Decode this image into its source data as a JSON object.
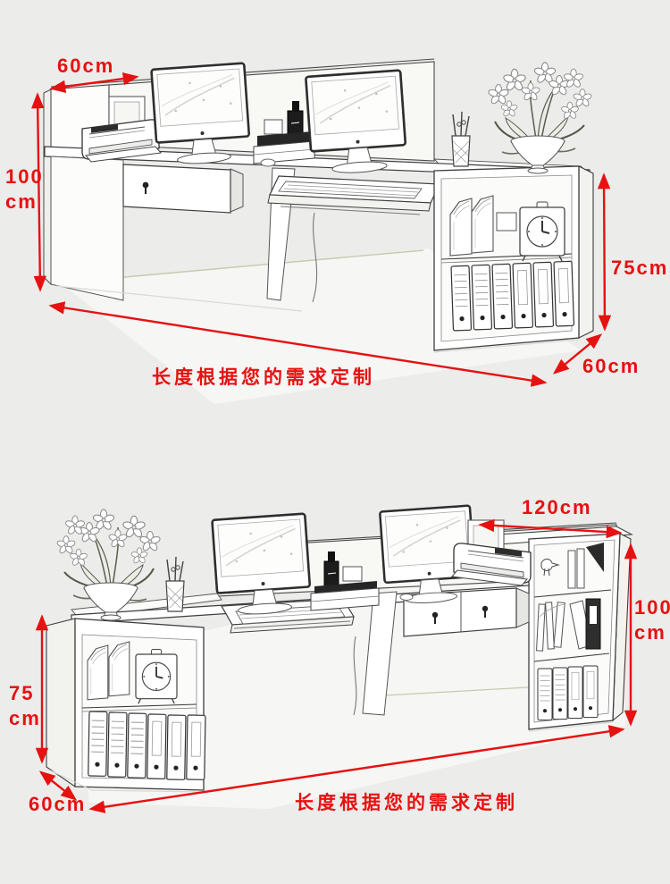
{
  "colors": {
    "background": "#ececea",
    "accent_red": "#e61111",
    "sketch_ink": "#3e3e3e"
  },
  "figure_top": {
    "description": "reception desk sketch, counter screen on left",
    "top_depth_label": "60cm",
    "height_label_line1": "100",
    "height_label_line2": "cm",
    "side_height_label": "75cm",
    "base_depth_label": "60cm",
    "length_note": "长度根据您的需求定制"
  },
  "figure_bottom": {
    "description": "mirrored reception desk sketch, return counter on right",
    "top_width_label": "120cm",
    "height_label_line1": "100",
    "height_label_line2": "cm",
    "side_height_label_line1": "75",
    "side_height_label_line2": "cm",
    "base_depth_label": "60cm",
    "length_note": "长度根据您的需求定制"
  }
}
